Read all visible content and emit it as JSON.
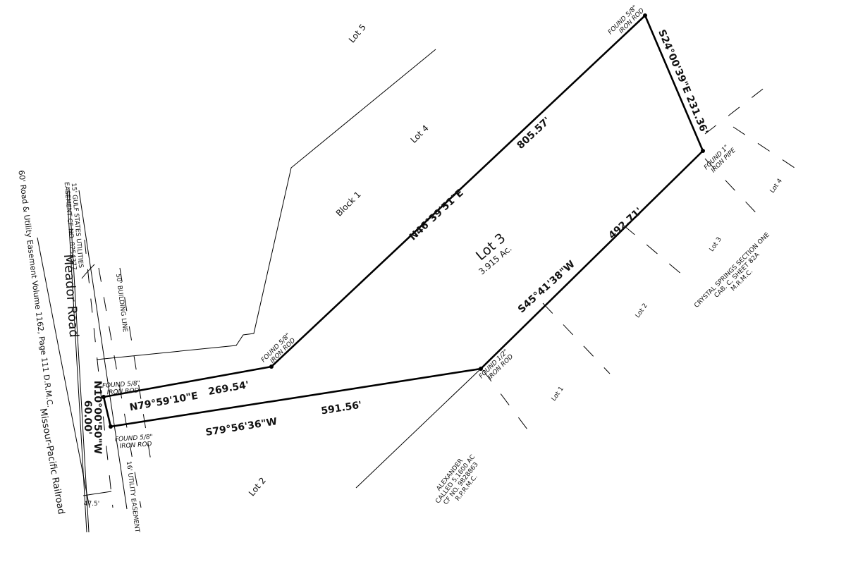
{
  "lots": {
    "lot5": "Lot 5",
    "lot4": "Lot 4",
    "block": "Block 1",
    "lot3_title": "Lot 3",
    "lot3_area": "3.915 Ac.",
    "lot2_west": "Lot 2"
  },
  "calls": {
    "north_line_bearing": "N46°39'51\"E",
    "north_line_distance": "805.57'",
    "east_line": "S24°00'39\"E  231.36'",
    "southeast_line_bearing": "S45°41'38\"W",
    "southeast_line_distance": "492.71'",
    "short_north_bearing": "N79°59'10\"E",
    "short_north_distance": "269.54'",
    "south_line_bearing": "S79°56'36\"W",
    "south_line_distance": "591.56'",
    "west_line_bearing": "N10°00'50\"W",
    "west_line_distance": "60.00'"
  },
  "monuments": {
    "ne": [
      "FOUND 5/8\"",
      "IRON ROD"
    ],
    "e": [
      "FOUND 1\"",
      "IRON PIPE"
    ],
    "se": [
      "FOUND 1/2\"",
      "IRON ROD"
    ],
    "mid": [
      "FOUND 5/8\"",
      "IRON ROD"
    ],
    "nw": [
      "FOUND 5/8\"",
      "IRON ROD"
    ],
    "sw": [
      "FOUND 5/8\"",
      "IRON ROD"
    ]
  },
  "road": {
    "name": "Meador Road",
    "easement": "60' Road & Utility Easement Volume 1162, Page 111 D.R.M.C.",
    "gulf_states": [
      "15' GULF STATES UTILITIES",
      "EASEMENT CF NO. 8254377"
    ],
    "building_line": "50' BUILDING LINE",
    "utility_easement": "16' UTILITY EASEMENT",
    "railroad": "Missour-Pacific Railroad",
    "offset": "47.5'"
  },
  "alexander": [
    "ALEXANDER",
    "CALLED 5.1600 AC",
    "CF NO. 9828863",
    "R.P.R.M.C."
  ],
  "crystal_springs": {
    "lots": [
      "Lot 1",
      "Lot 2",
      "Lot 3",
      "Lot 4"
    ],
    "label": [
      "CRYSTAL SPRINGS SECTION ONE",
      "CAB. C, SHEET 82A",
      "M.R.M.C."
    ]
  }
}
